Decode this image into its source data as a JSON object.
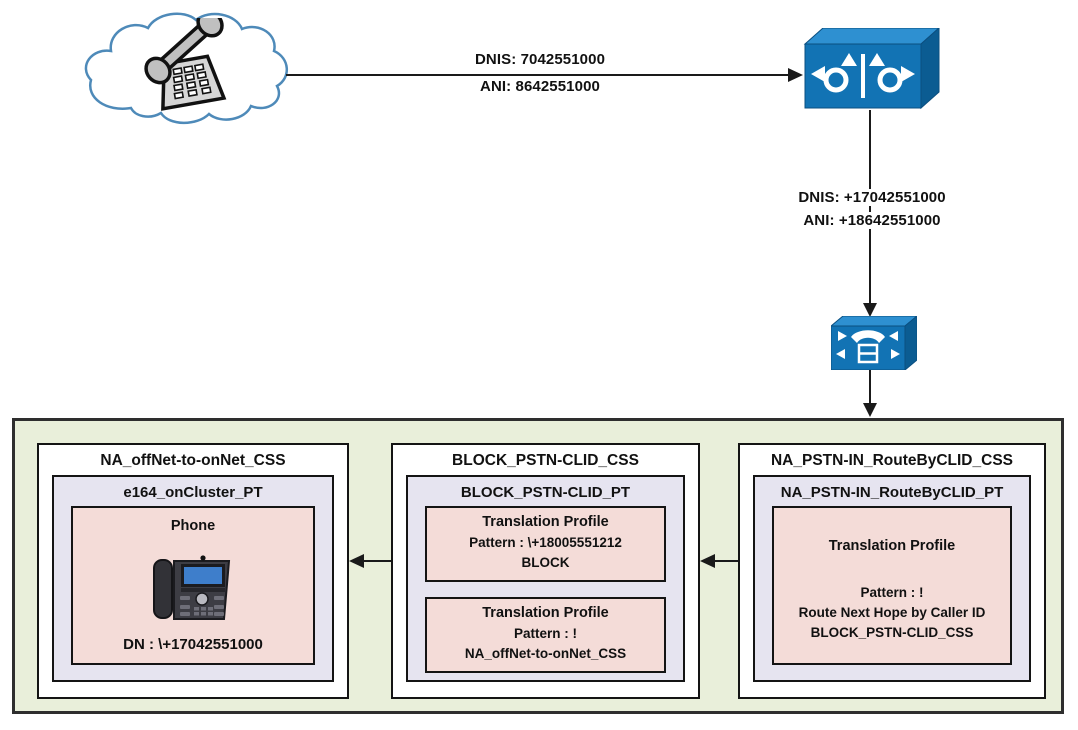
{
  "flow": {
    "hop1": {
      "dnis": "DNIS: 7042551000",
      "ani": "ANI:  8642551000"
    },
    "hop2": {
      "dnis": "DNIS: +17042551000",
      "ani": "ANI:  +18642551000"
    }
  },
  "css_left": {
    "title": "NA_offNet-to-onNet_CSS",
    "partition": "e164_onCluster_PT",
    "device": {
      "title": "Phone",
      "dn": "DN : \\+17042551000"
    }
  },
  "css_middle": {
    "title": "BLOCK_PSTN-CLID_CSS",
    "partition": "BLOCK_PSTN-CLID_PT",
    "profiles": [
      {
        "title": "Translation Profile",
        "pattern": "Pattern : \\+18005551212",
        "action": "BLOCK"
      },
      {
        "title": "Translation Profile",
        "pattern": "Pattern : !",
        "action": "NA_offNet-to-onNet_CSS"
      }
    ]
  },
  "css_right": {
    "title": "NA_PSTN-IN_RouteByCLID_CSS",
    "partition": "NA_PSTN-IN_RouteByCLID_PT",
    "profile": {
      "title": "Translation Profile",
      "pattern": "Pattern : !",
      "route": "Route Next Hope by Caller ID",
      "css": "BLOCK_PSTN-CLID_CSS"
    }
  },
  "icons": {
    "cloud": "pstn-cloud-icon",
    "analog_phone": "analog-phone-icon",
    "router": "router-icon",
    "voice_gateway": "voice-gateway-icon",
    "ip_phone": "ip-phone-icon"
  },
  "colors": {
    "container_bg": "#e9efda",
    "partition_bg": "#e6e4f0",
    "profile_bg": "#f4dcd8",
    "cisco_blue_front": "#1273b4",
    "cisco_blue_top": "#2e90d1",
    "cisco_blue_side": "#0b5c92",
    "cloud_stroke": "#4e8ab9",
    "line": "#1a1a1a"
  }
}
